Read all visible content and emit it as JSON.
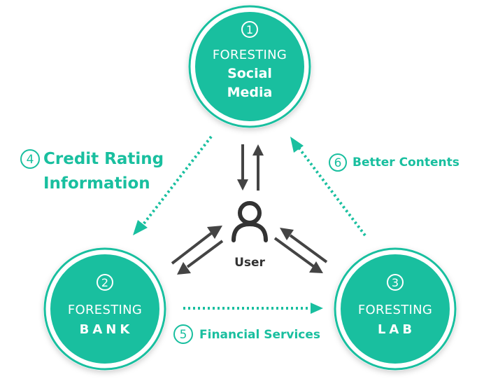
{
  "colors": {
    "accent": "#19bf9f",
    "dark": "#444444",
    "white": "#ffffff"
  },
  "nodes": {
    "social": {
      "number": "1",
      "brand": "FORESTING",
      "line1": "Social",
      "line2": "Media"
    },
    "bank": {
      "number": "2",
      "brand": "FORESTING",
      "sub": "BANK"
    },
    "lab": {
      "number": "3",
      "brand": "FORESTING",
      "sub": "LAB"
    }
  },
  "user": {
    "icon": "user-icon",
    "label": "User"
  },
  "flows": {
    "credit": {
      "number": "4",
      "line1": "Credit Rating",
      "line2": "Information"
    },
    "financial": {
      "number": "5",
      "label": "Financial Services"
    },
    "contents": {
      "number": "6",
      "label": "Better Contents"
    }
  }
}
